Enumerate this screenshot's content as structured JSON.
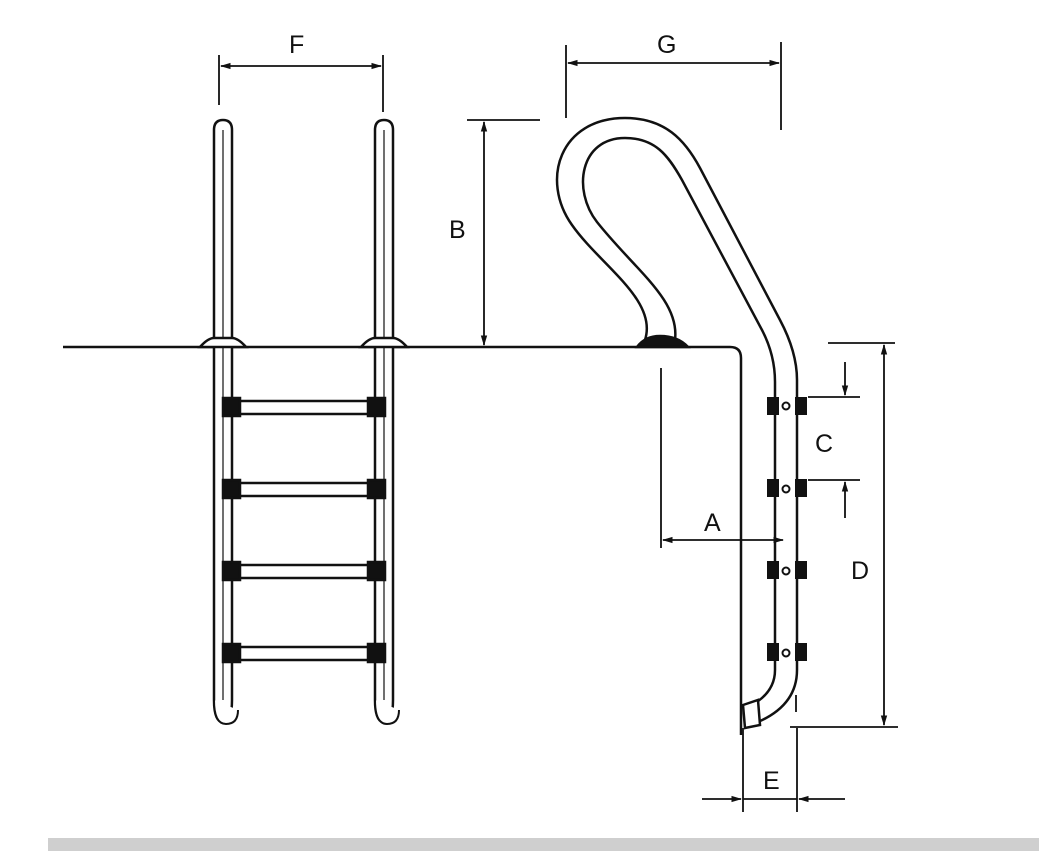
{
  "labels": {
    "a": "A",
    "b": "B",
    "c": "C",
    "d": "D",
    "e": "E",
    "f": "F",
    "g": "G"
  },
  "colors": {
    "ink": "#111111",
    "paper": "#ffffff",
    "scrollbar": "#cfcfcf"
  }
}
